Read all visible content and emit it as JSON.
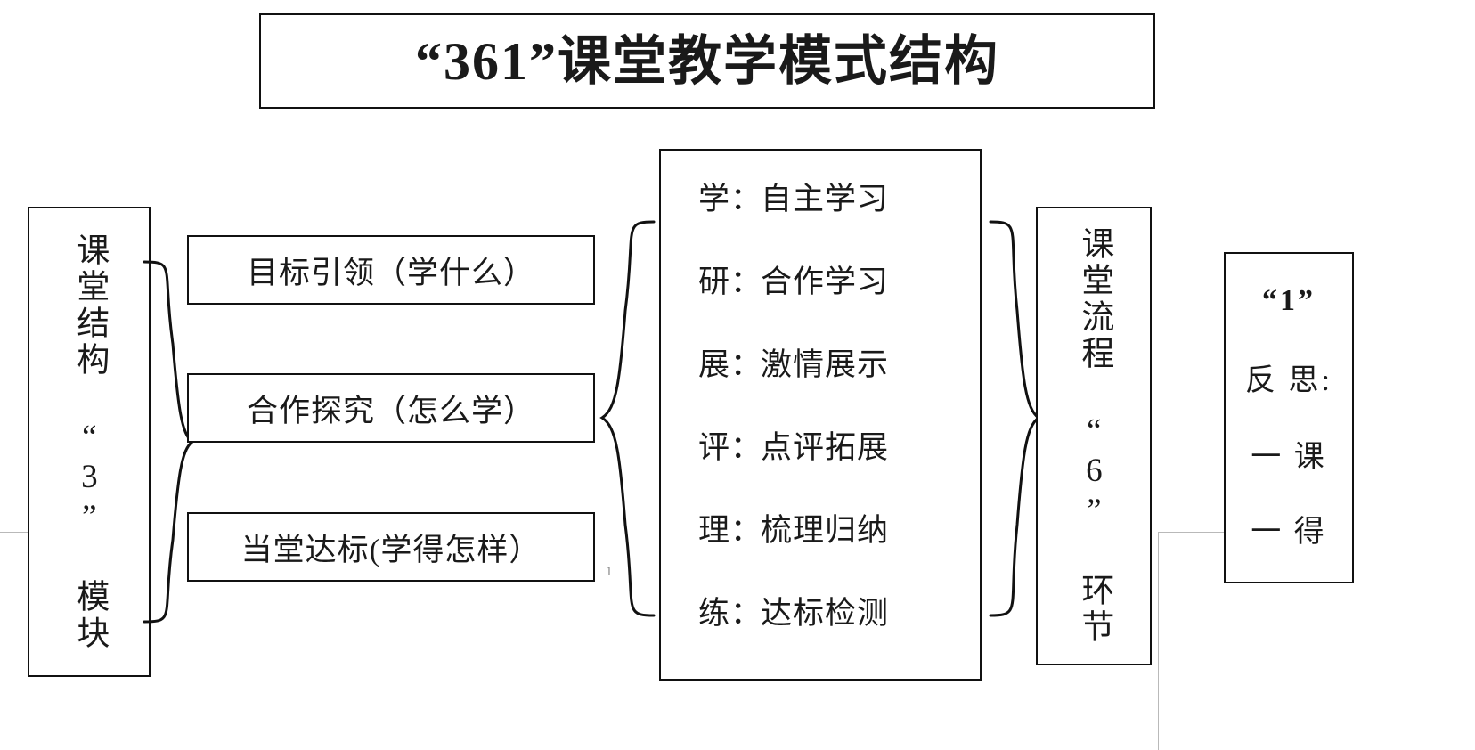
{
  "title": {
    "text": "“361”课堂教学模式结构"
  },
  "left_panel": {
    "label": "课堂结构 “3” 模块"
  },
  "modules": [
    {
      "label": "目标引领（学什么）"
    },
    {
      "label": "合作探究（怎么学）"
    },
    {
      "label": "当堂达标(学得怎样）"
    }
  ],
  "steps": [
    {
      "key": "学：",
      "value": "自主学习"
    },
    {
      "key": "研：",
      "value": "合作学习"
    },
    {
      "key": "展：",
      "value": "激情展示"
    },
    {
      "key": "评：",
      "value": "点评拓展"
    },
    {
      "key": "理：",
      "value": "梳理归纳"
    },
    {
      "key": "练：",
      "value": "达标检测"
    }
  ],
  "right_panel": {
    "label": "课堂流程 “6” 环节"
  },
  "far_right_panel": {
    "lines": [
      "“1”",
      "反 思:",
      "一  课",
      "一  得"
    ]
  },
  "page_number": "1",
  "colors": {
    "stroke": "#111111",
    "text": "#1a1a1a",
    "page_rule": "#b9b9b9",
    "page_number": "#8d8d8d"
  }
}
